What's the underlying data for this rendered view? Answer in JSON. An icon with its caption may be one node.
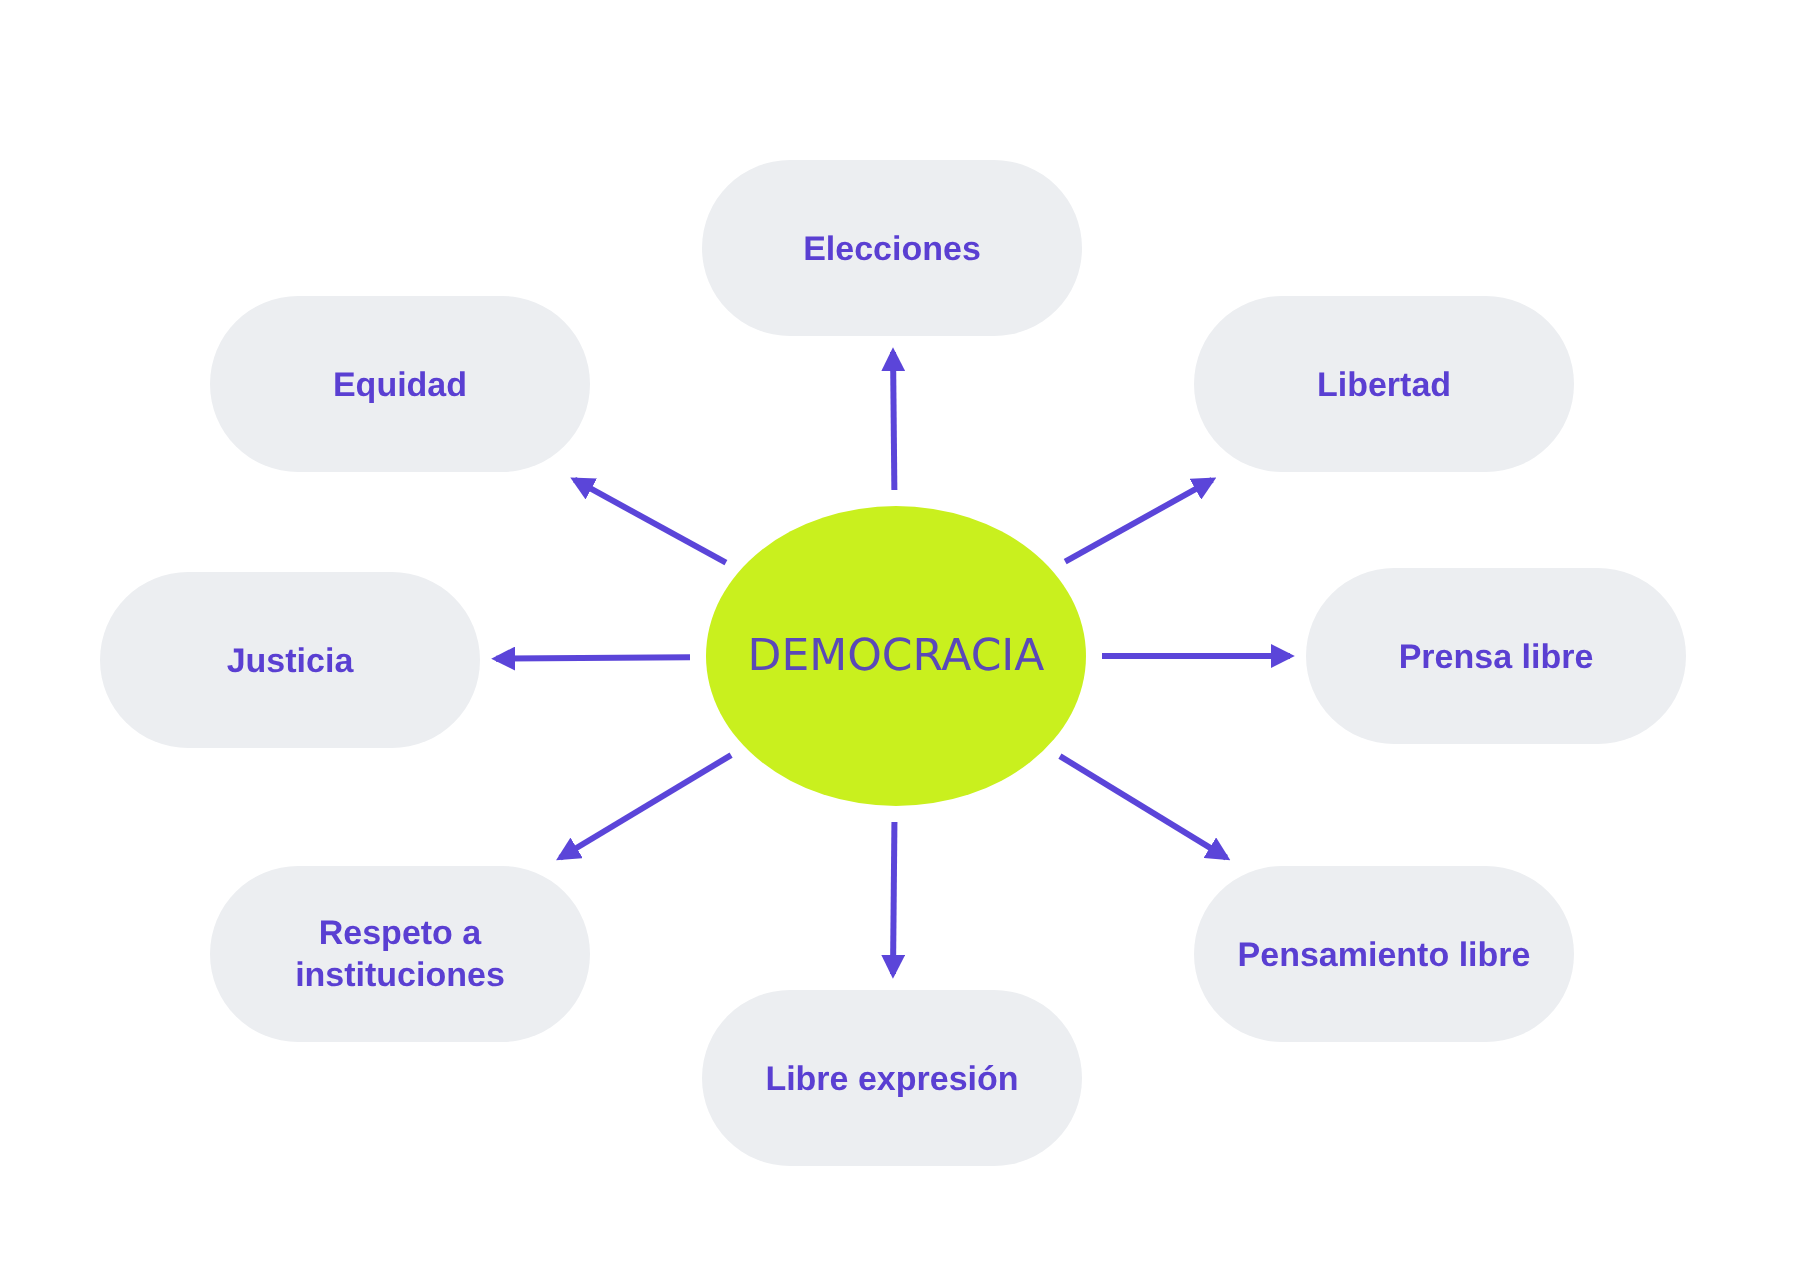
{
  "diagram": {
    "nodes": [
      {
        "text": [
          "Elecciones"
        ]
      },
      {
        "text": [
          "Equidad"
        ]
      },
      {
        "text": [
          "Libertad"
        ]
      },
      {
        "text": [
          "Justicia"
        ]
      },
      {
        "text": [
          "DEMOCRACIA"
        ]
      },
      {
        "text": [
          "Prensa libre"
        ]
      },
      {
        "text": [
          "Respeto a instituciones"
        ]
      },
      {
        "text": [
          "Pensamiento libre"
        ]
      },
      {
        "text": [
          "Libre expresión"
        ]
      }
    ],
    "edges": [
      {
        "from": 4,
        "to": 0,
        "arrow": "to"
      },
      {
        "from": 4,
        "to": 1,
        "arrow": "to"
      },
      {
        "from": 4,
        "to": 2,
        "arrow": "to"
      },
      {
        "from": 4,
        "to": 3,
        "arrow": "to"
      },
      {
        "from": 4,
        "to": 5,
        "arrow": "to"
      },
      {
        "from": 4,
        "to": 6,
        "arrow": "to"
      },
      {
        "from": 4,
        "to": 7,
        "arrow": "to"
      },
      {
        "from": 4,
        "to": 8,
        "arrow": "to"
      }
    ]
  }
}
